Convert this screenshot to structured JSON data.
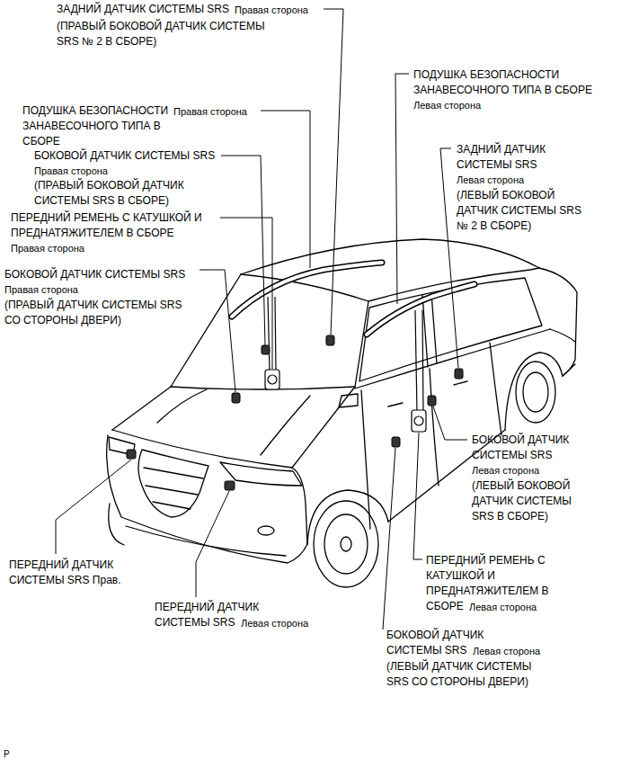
{
  "diagram": {
    "labels": [
      "ЗАДНИЙ ДАТЧИК СИСТЕМЫ SRS",
      "Правая сторона",
      "(ПРАВЫЙ БОКОВОЙ ДАТЧИК СИСТЕМЫ SRS № 2 В СБОРЕ)",
      "ПОДУШКА БЕЗОПАСНОСТИ ЗАНАВЕСОЧНОГО ТИПА В СБОРЕ",
      "Правая сторона",
      "БОКОВОЙ ДАТЧИК СИСТЕМЫ SRS",
      "Правая сторона",
      "(ПРАВЫЙ БОКОВОЙ ДАТЧИК СИСТЕМЫ SRS В СБОРЕ)",
      "ПЕРЕДНИЙ РЕМЕНЬ С КАТУШКОЙ И ПРЕДНАТЯЖИТЕЛЕМ В СБОРЕ",
      "Правая сторона",
      "БОКОВОЙ ДАТЧИК СИСТЕМЫ SRS",
      "Правая сторона",
      "(ПРАВЫЙ ДАТЧИК СИСТЕМЫ SRS СО СТОРОНЫ ДВЕРИ)",
      "ПОДУШКА БЕЗОПАСНОСТИ ЗАНАВЕСОЧНОГО ТИПА В СБОРЕ",
      "Левая сторона",
      "ЗАДНИЙ ДАТЧИК СИСТЕМЫ SRS",
      "Левая сторона",
      "(ЛЕВЫЙ БОКОВОЙ ДАТЧИК СИСТЕМЫ SRS № 2 В СБОРЕ)",
      "БОКОВОЙ ДАТЧИК СИСТЕМЫ SRS",
      "Левая сторона",
      "(ЛЕВЫЙ БОКОВОЙ ДАТЧИК СИСТЕМЫ SRS В СБОРЕ)",
      "ПЕРЕДНИЙ РЕМЕНЬ С КАТУШКОЙ И ПРЕДНАТЯЖИТЕЛЕМ В СБОРЕ",
      "Левая сторона",
      "БОКОВОЙ ДАТЧИК СИСТЕМЫ SRS",
      "Левая сторона",
      "(ЛЕВЫЙ ДАТЧИК СИСТЕМЫ SRS СО СТОРОНЫ ДВЕРИ)",
      "ПЕРЕДНИЙ ДАТЧИК СИСТЕМЫ SRS Прав.",
      "ПЕРЕДНИЙ ДАТЧИК СИСТЕМЫ SRS",
      "Левая сторона",
      "P"
    ]
  }
}
